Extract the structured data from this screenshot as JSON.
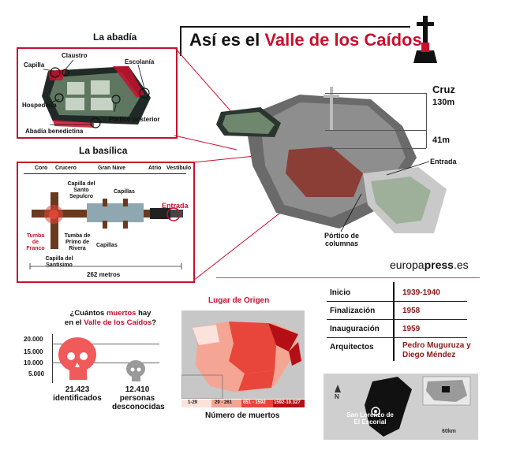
{
  "title": {
    "prefix": "Así es el",
    "highlight": "Valle de los Caídos"
  },
  "abadia": {
    "heading": "La abadía",
    "labels": {
      "claustro": "Claustro",
      "capilla": "Capilla",
      "escolania": "Escolanía",
      "hospederia": "Hospedería",
      "portico_posterior": "Pórtico posterior",
      "abadia_benedictina": "Abadía benedictina"
    }
  },
  "basilica": {
    "heading": "La basílica",
    "sections": [
      "Coro",
      "Crucero",
      "Gran Nave",
      "Atrio",
      "Vestíbulo"
    ],
    "labels": {
      "capilla_santo_sepulcro": "Capilla del Santo Sepulcro",
      "capillas_top": "Capillas",
      "capillas_bottom": "Capillas",
      "entrada": "Entrada",
      "tumba_franco": "Tumba de Franco",
      "tumba_primo": "Tumba de Primo de Rivera",
      "capilla_santisimo": "Capilla del Santísimo",
      "length": "262 metros"
    }
  },
  "model": {
    "cruz": "Cruz",
    "h130": "130m",
    "h41": "41m",
    "entrada": "Entrada",
    "portico": "Pórtico de columnas"
  },
  "brand": {
    "name": "europa",
    "name_bold": "press",
    "suffix": ".es"
  },
  "info": [
    {
      "label": "Inicio",
      "value": "1939-1940"
    },
    {
      "label": "Finalización",
      "value": "1958"
    },
    {
      "label": "Inauguración",
      "value": "1959"
    },
    {
      "label": "Arquitectos",
      "value": "Pedro Muguruza y Diego Méndez"
    }
  ],
  "muertos": {
    "question_a": "¿Cuántos",
    "question_b": "muertos",
    "question_c": "hay",
    "question_d": "en el",
    "question_e": "Valle de los Caídos",
    "question_f": "?",
    "ticks": [
      "20.000",
      "15.000",
      "10.000",
      "5.000"
    ],
    "identified_num": "21.423",
    "identified_label": "identificados",
    "unknown_num": "12.410",
    "unknown_label": "personas desconocidas"
  },
  "origen": {
    "title": "Lugar de Origen",
    "legend": [
      "1-29",
      "29 - 261",
      "651 - 1592",
      "1592-10.327"
    ],
    "legend_colors": [
      "#fbe3dc",
      "#f4a593",
      "#e8463b",
      "#b30f14"
    ],
    "caption": "Número de muertos"
  },
  "location_map": {
    "place": "San Lorenzo de El Escorial",
    "scale": "60km",
    "north": "N"
  }
}
